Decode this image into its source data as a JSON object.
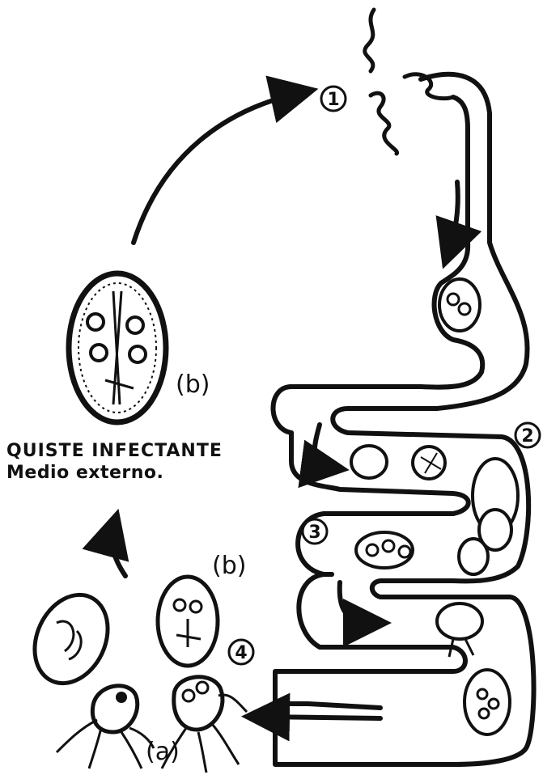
{
  "labels": {
    "cyst_title": "QUISTE INFECTANTE",
    "cyst_subtitle": "Medio externo.",
    "b_big": "(b)",
    "b_small": "(b)",
    "a": "(a)"
  },
  "stages": [
    "1",
    "2",
    "3",
    "4"
  ],
  "colors": {
    "ink": "#111111",
    "paper": "#ffffff"
  }
}
